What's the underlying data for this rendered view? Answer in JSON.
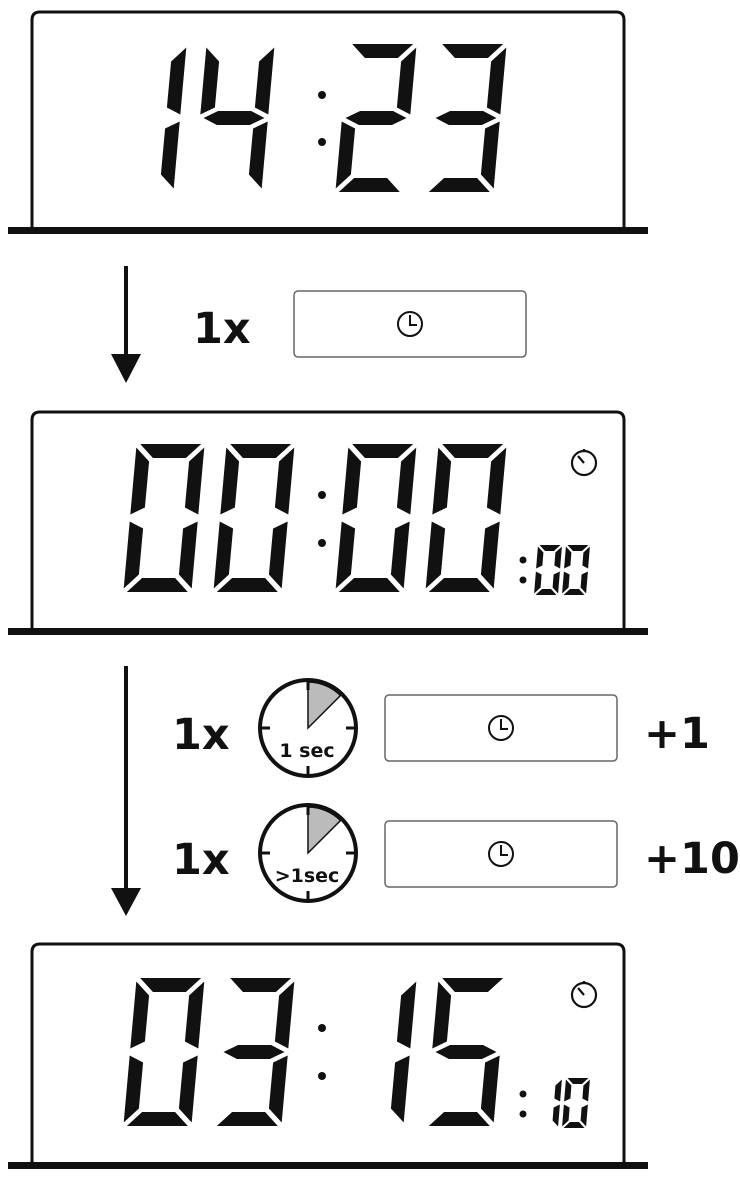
{
  "panel1": {
    "hours": "14",
    "minutes": "23",
    "show_leading_hour": false
  },
  "step1": {
    "count": "1x"
  },
  "panel2": {
    "hours": "00",
    "minutes": "00",
    "seconds": "00",
    "icon": "stopwatch-icon"
  },
  "step2": {
    "short_press": {
      "count": "1x",
      "duration": "1 sec",
      "result": "+1"
    },
    "long_press": {
      "count": "1x",
      "duration": ">1sec",
      "result": "+10"
    }
  },
  "panel3": {
    "hours": "03",
    "minutes": "15",
    "seconds": "10",
    "icon": "stopwatch-icon"
  },
  "button_icon": "clock-icon"
}
